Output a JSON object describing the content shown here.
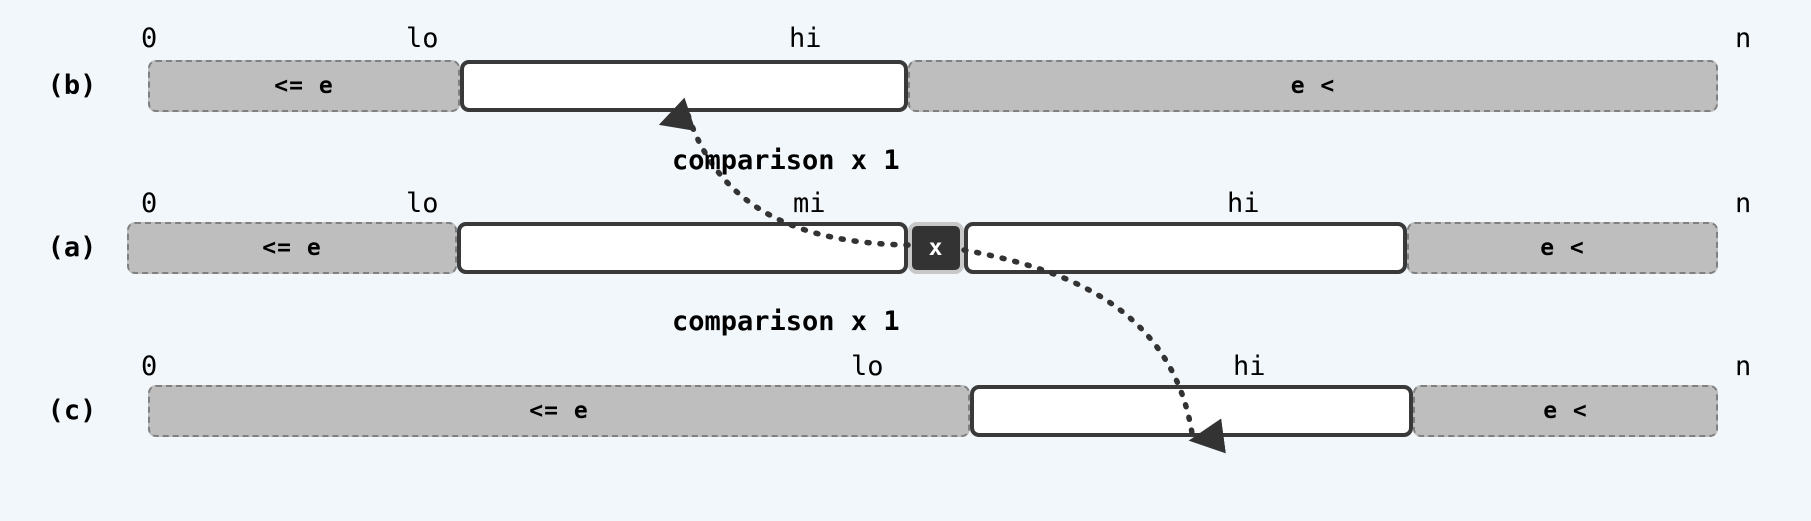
{
  "figure": {
    "background_color": "#f1f7fb",
    "gray_fill": "#bebebe",
    "gray_border": "#808080",
    "white_fill": "#ffffff",
    "white_border": "#393939",
    "pivot_fill": "#333333",
    "pivot_border": "#c8c8c8",
    "pivot_text_color": "#ffffff",
    "arrow_color": "#333333"
  },
  "rows": {
    "b": {
      "tag": "(b)",
      "ticks": [
        {
          "label": "0",
          "name": "tick-zero"
        },
        {
          "label": "lo",
          "name": "tick-lo"
        },
        {
          "label": "hi",
          "name": "tick-hi"
        },
        {
          "label": "n",
          "name": "tick-n"
        }
      ],
      "segments": [
        {
          "kind": "gray",
          "label": "<= e",
          "name": "segment-le-e"
        },
        {
          "kind": "white",
          "label": "",
          "name": "segment-active-range"
        },
        {
          "kind": "gray",
          "label": "e <",
          "name": "segment-e-lt"
        }
      ]
    },
    "a": {
      "tag": "(a)",
      "ticks": [
        {
          "label": "0",
          "name": "tick-zero"
        },
        {
          "label": "lo",
          "name": "tick-lo"
        },
        {
          "label": "mi",
          "name": "tick-mi"
        },
        {
          "label": "hi",
          "name": "tick-hi"
        },
        {
          "label": "n",
          "name": "tick-n"
        }
      ],
      "segments": [
        {
          "kind": "gray",
          "label": "<= e",
          "name": "segment-le-e"
        },
        {
          "kind": "white",
          "label": "",
          "name": "segment-left-half"
        },
        {
          "kind": "pivot",
          "label": "x",
          "name": "segment-pivot-x"
        },
        {
          "kind": "white",
          "label": "",
          "name": "segment-right-half"
        },
        {
          "kind": "gray",
          "label": "e <",
          "name": "segment-e-lt"
        }
      ]
    },
    "c": {
      "tag": "(c)",
      "ticks": [
        {
          "label": "0",
          "name": "tick-zero"
        },
        {
          "label": "lo",
          "name": "tick-lo"
        },
        {
          "label": "hi",
          "name": "tick-hi"
        },
        {
          "label": "n",
          "name": "tick-n"
        }
      ],
      "segments": [
        {
          "kind": "gray",
          "label": "<= e",
          "name": "segment-le-e"
        },
        {
          "kind": "white",
          "label": "",
          "name": "segment-active-range"
        },
        {
          "kind": "gray",
          "label": "e <",
          "name": "segment-e-lt"
        }
      ]
    }
  },
  "annotations": {
    "upper": "comparison x 1",
    "lower": "comparison x 1"
  }
}
